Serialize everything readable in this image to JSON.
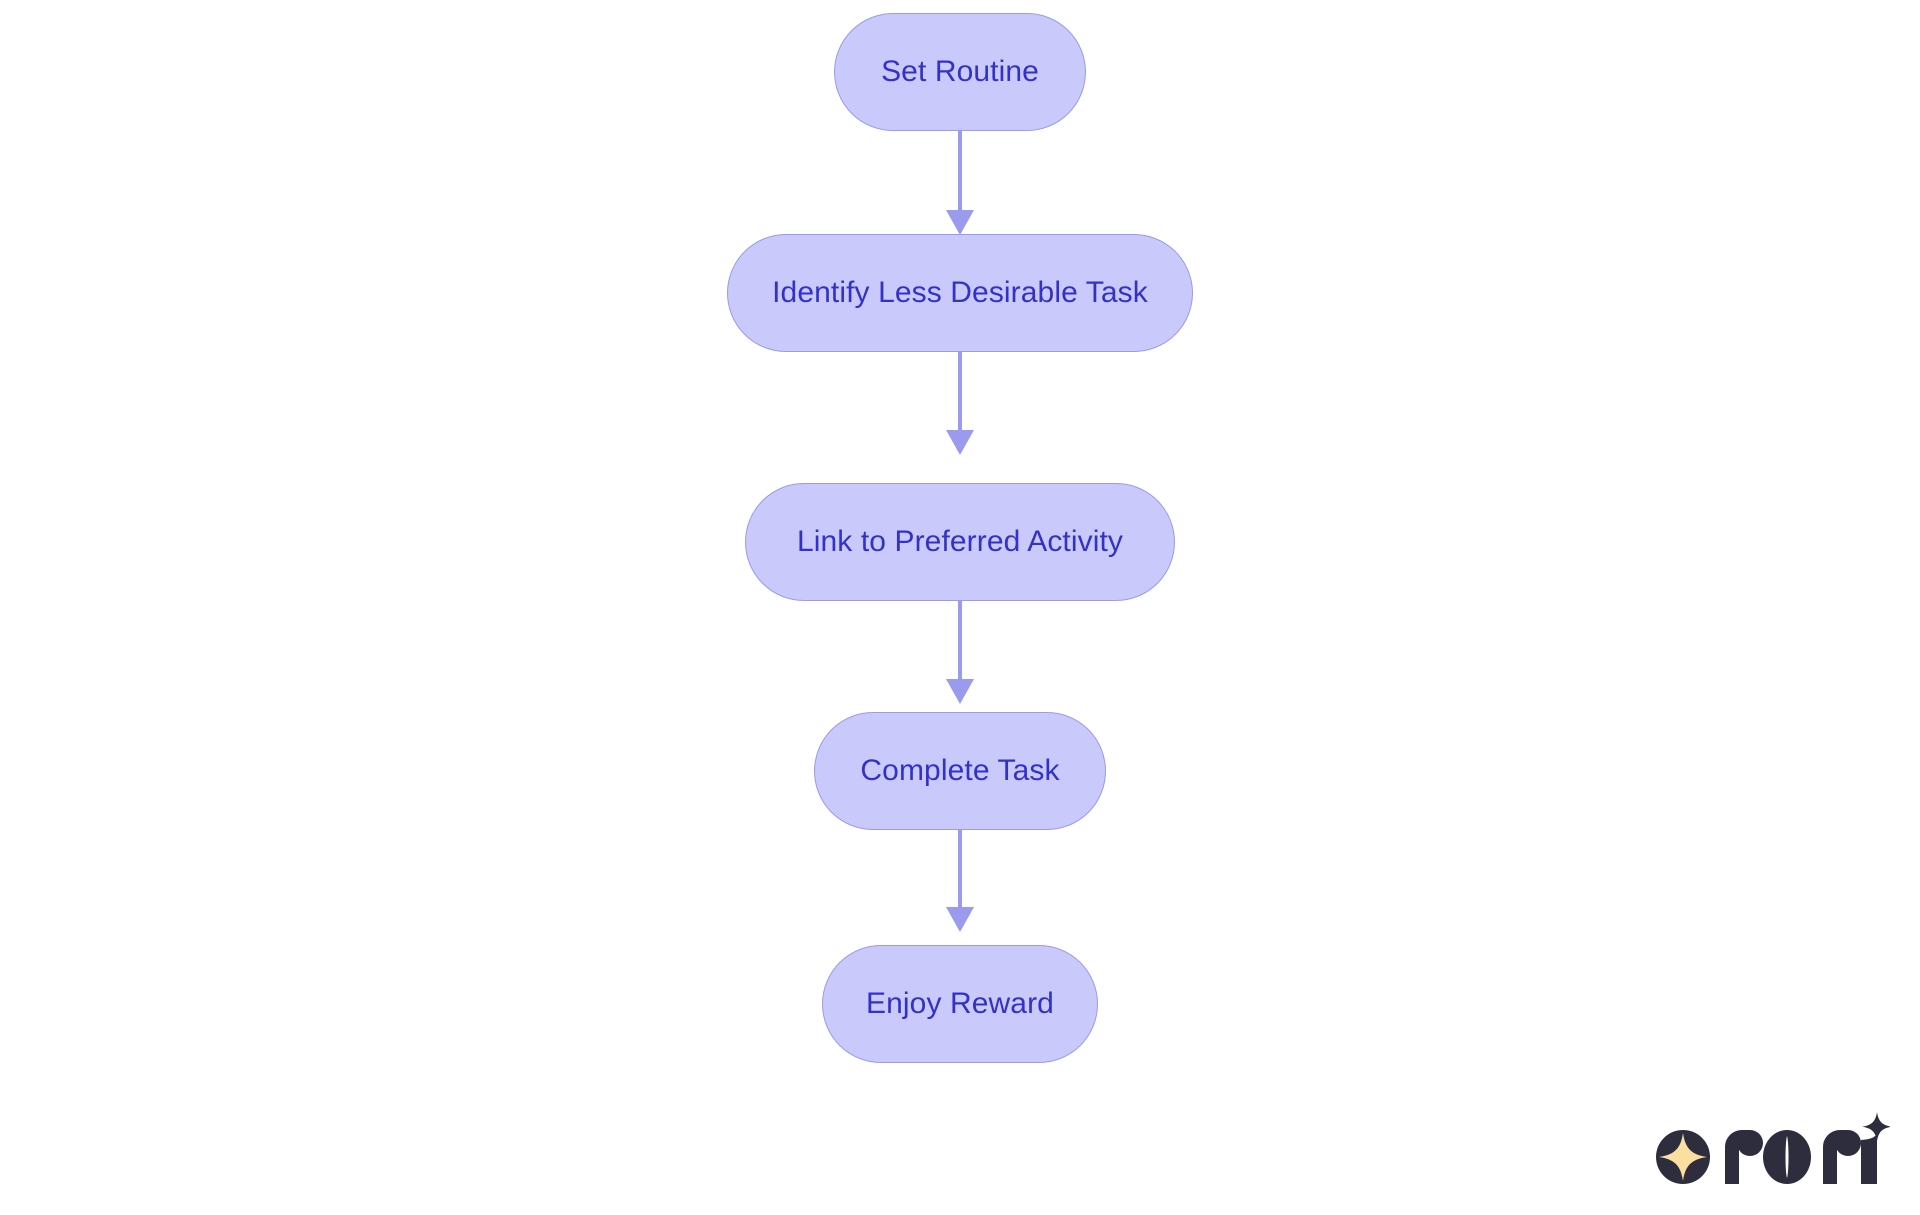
{
  "diagram": {
    "type": "flowchart",
    "orientation": "top-to-bottom",
    "background_color": "#ffffff",
    "node_fill_color": "#c9c9fb",
    "node_border_color": "#9a9aee",
    "node_text_color": "#3232c8",
    "connector_color": "#9a9aee",
    "node_shape": "stadium",
    "nodes": [
      {
        "id": "n1",
        "label": "Set Routine"
      },
      {
        "id": "n2",
        "label": "Identify Less Desirable Task"
      },
      {
        "id": "n3",
        "label": "Link to Preferred Activity"
      },
      {
        "id": "n4",
        "label": "Complete Task"
      },
      {
        "id": "n5",
        "label": "Enjoy Reward"
      }
    ],
    "edges": [
      {
        "from": "n1",
        "to": "n2",
        "label": ""
      },
      {
        "from": "n2",
        "to": "n3",
        "label": ""
      },
      {
        "from": "n3",
        "to": "n4",
        "label": ""
      },
      {
        "from": "n4",
        "to": "n5",
        "label": ""
      }
    ]
  },
  "branding": {
    "name": "rori",
    "mark_icon": "sparkle-icon",
    "mark_circle_color": "#2e2d3d",
    "mark_sparkle_color": "#fbdfa0",
    "wordmark_color": "#2e2d3d"
  }
}
